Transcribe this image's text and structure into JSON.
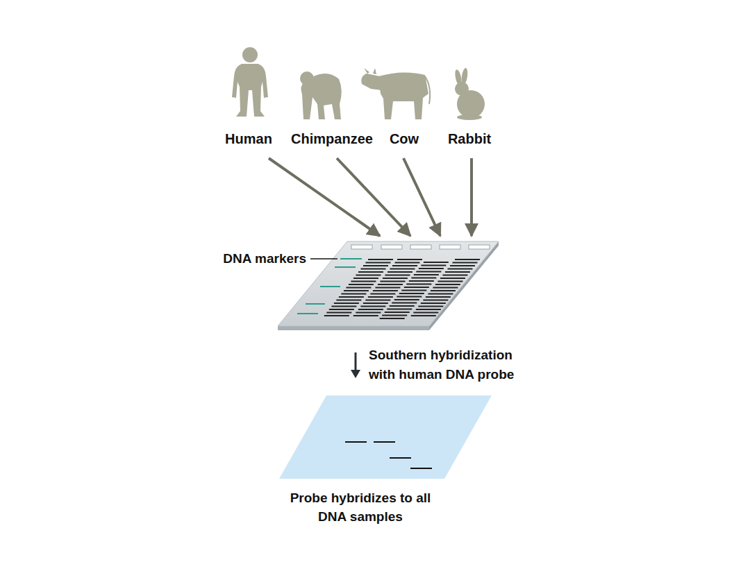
{
  "diagram": {
    "labels": [
      "Human",
      "Chimpanzee",
      "Cow",
      "Rabbit",
      "DNA markers",
      "Southern hybridization with human DNA probe",
      "Probe hybridizes to all DNA samples"
    ]
  }
}
